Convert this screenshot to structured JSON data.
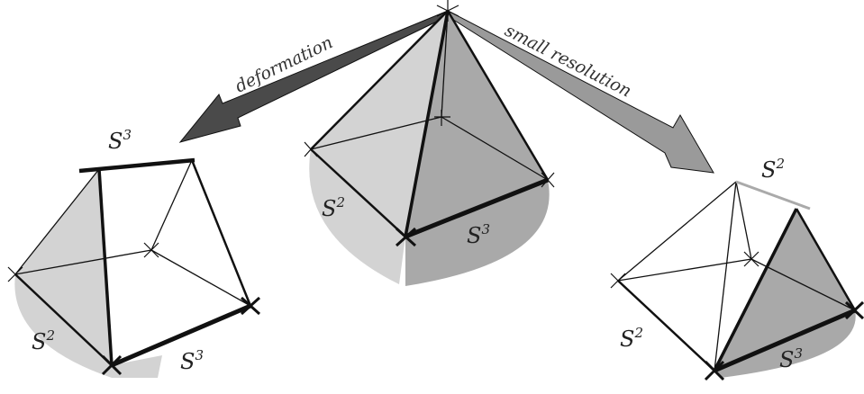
{
  "arrows": {
    "left_label": "deformation",
    "right_label": "small resolution"
  },
  "center_figure": {
    "label_left_face": "S",
    "label_left_face_exp": "2",
    "label_front_face": "S",
    "label_front_face_exp": "3"
  },
  "left_figure": {
    "label_top": "S",
    "label_top_exp": "3",
    "label_left_face": "S",
    "label_left_face_exp": "2",
    "label_front_face": "S",
    "label_front_face_exp": "3"
  },
  "right_figure": {
    "label_top": "S",
    "label_top_exp": "2",
    "label_left_face": "S",
    "label_left_face_exp": "2",
    "label_front_face": "S",
    "label_front_face_exp": "3"
  },
  "colors": {
    "light_face": "#d3d3d3",
    "dark_face": "#a9a9a9",
    "left_arrow": "#4a4a4a",
    "right_arrow": "#9a9a9a",
    "line": "#111111"
  }
}
